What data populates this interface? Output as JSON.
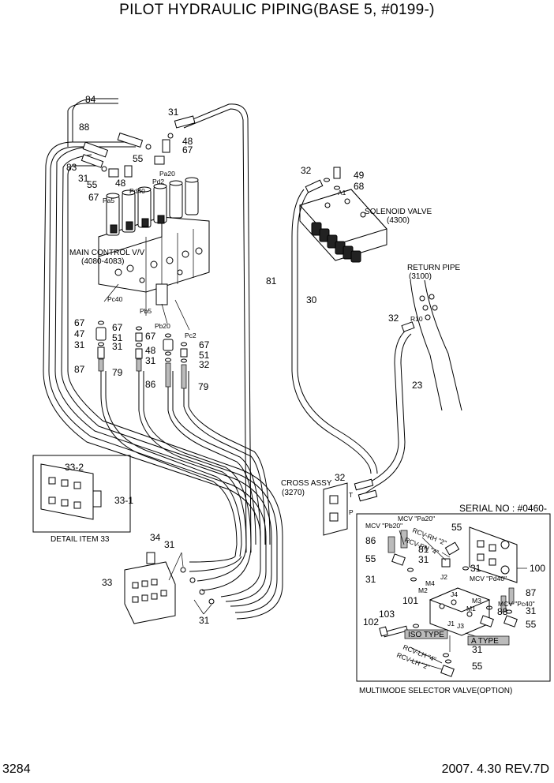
{
  "title": "PILOT HYDRAULIC PIPING(BASE 5, #0199-)",
  "page_number": "3284",
  "revision": "2007. 4.30  REV.7D",
  "labels": {
    "main_cv": "MAIN CONTROL V/V",
    "main_cv_code": "(4080-4083)",
    "solenoid": "SOLENOID VALVE",
    "solenoid_code": "(4300)",
    "return_pipe": "RETURN PIPE",
    "return_pipe_code": "(3100)",
    "cross_assy": "CROSS ASSY",
    "cross_assy_code": "(3270)",
    "detail_item": "DETAIL ITEM 33",
    "serial": "SERIAL NO : #0460-",
    "multimode": "MULTIMODE SELECTOR VALVE(OPTION)",
    "iso_type": "ISO  TYPE",
    "a_type": "A  TYPE"
  },
  "ports": {
    "pa20": "Pa20",
    "pd2": "Pd2",
    "pd40": "Pd40",
    "pa5": "Pa5",
    "pc40": "Pc40",
    "pb5": "Pb5",
    "pb20": "Pb20",
    "pc2": "Pc2",
    "a1": "A1",
    "r10": "R10",
    "t": "T",
    "p": "P",
    "mcv_pa20": "MCV \"Pa20\"",
    "mcv_pb20": "MCV \"Pb20\"",
    "rcv_rh2": "RCV-RH \"2\"",
    "rcv_rh4": "RCV-RH \"4\"",
    "mcv_pd40": "MCV \"Pd40\"",
    "mcv_pc40": "MCV \"Pc40\"",
    "rcv_lh4": "RCV-LH \"4\"",
    "rcv_lh2": "RCV-LH \"2\"",
    "m1": "M1",
    "m2": "M2",
    "m3": "M3",
    "m4": "M4",
    "j1": "J1",
    "j2": "J2",
    "j3": "J3",
    "j4": "J4"
  },
  "callouts": {
    "n84": "84",
    "n31": "31",
    "n48": "48",
    "n67": "67",
    "n55": "55",
    "n88": "88",
    "n83": "83",
    "n81": "81",
    "n47": "47",
    "n51": "51",
    "n87": "87",
    "n79": "79",
    "n86": "86",
    "n32": "32",
    "n49": "49",
    "n68": "68",
    "n30": "30",
    "n23": "23",
    "n33": "33",
    "n33_1": "33-1",
    "n33_2": "33-2",
    "n34": "34",
    "n100": "100",
    "n101": "101",
    "n102": "102",
    "n103": "103"
  }
}
